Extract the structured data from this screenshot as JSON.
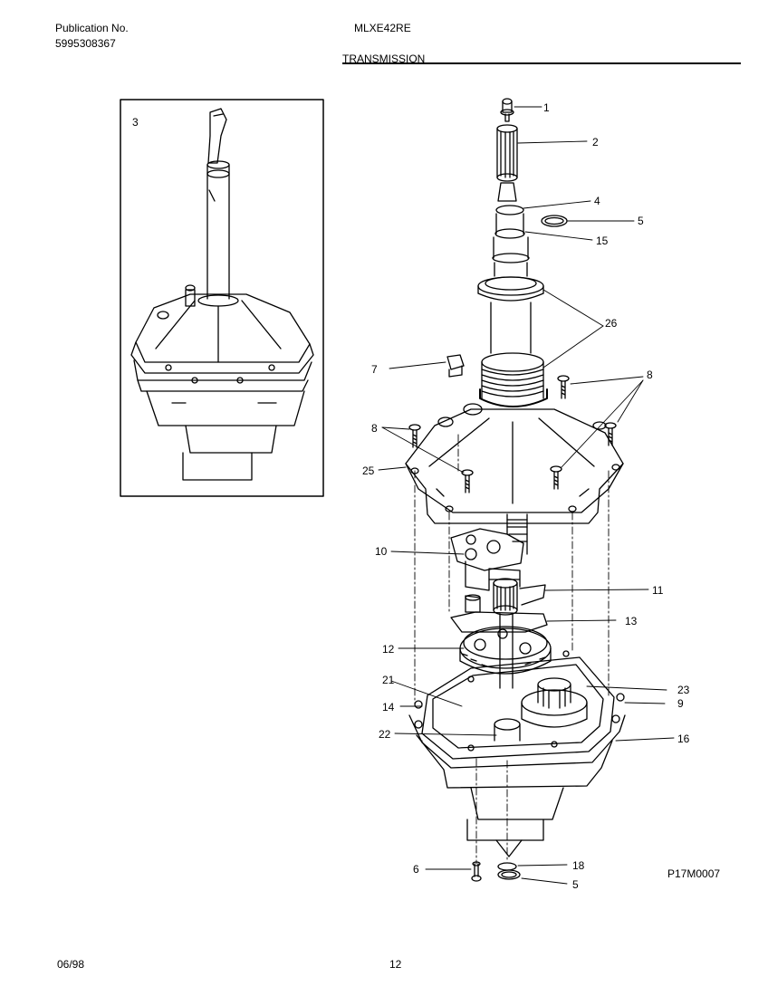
{
  "header": {
    "publication_label": "Publication No.",
    "publication_number": "5995308367",
    "model": "MLXE42RE",
    "section_title": "TRANSMISSION"
  },
  "diagram": {
    "inset_callout": "3",
    "figure_code": "P17M0007",
    "callouts": [
      "1",
      "2",
      "4",
      "5",
      "15",
      "26",
      "7",
      "8",
      "8",
      "25",
      "10",
      "11",
      "13",
      "12",
      "21",
      "14",
      "22",
      "23",
      "9",
      "16",
      "6",
      "18",
      "5"
    ]
  },
  "footer": {
    "date": "06/98",
    "page_number": "12"
  }
}
